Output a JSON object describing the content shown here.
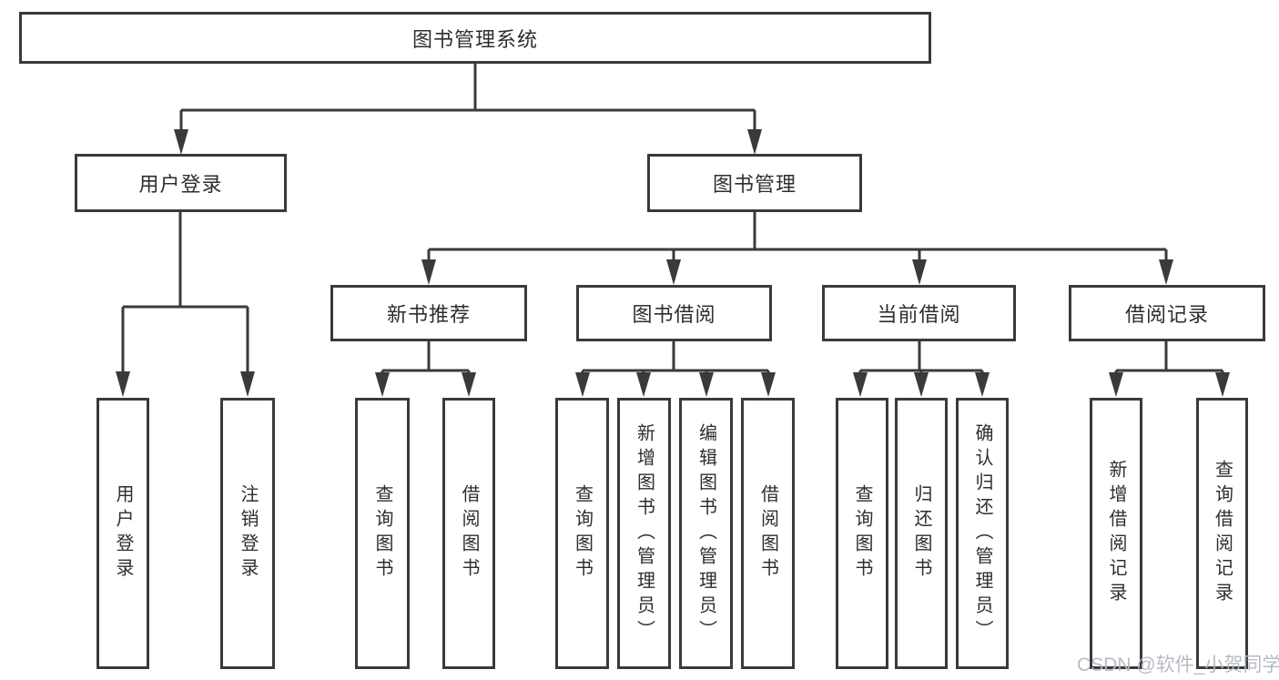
{
  "diagram_title": "图书管理系统",
  "nodes": {
    "root": {
      "label": "图书管理系统"
    },
    "user_login": {
      "label": "用户登录"
    },
    "book_mgmt": {
      "label": "图书管理"
    },
    "new_book_rec": {
      "label": "新书推荐"
    },
    "book_borrow": {
      "label": "图书借阅"
    },
    "current_borrow": {
      "label": "当前借阅"
    },
    "borrow_records": {
      "label": "借阅记录"
    },
    "leaf_user_login": {
      "label": "用户登录"
    },
    "leaf_logout": {
      "label": "注销登录"
    },
    "leaf_rec_query": {
      "label": "查询图书"
    },
    "leaf_rec_borrow": {
      "label": "借阅图书"
    },
    "leaf_bb_query": {
      "label": "查询图书"
    },
    "leaf_bb_add": {
      "label": "新增图书（管理员）"
    },
    "leaf_bb_edit": {
      "label": "编辑图书（管理员）"
    },
    "leaf_bb_borrow": {
      "label": "借阅图书"
    },
    "leaf_cb_query": {
      "label": "查询图书"
    },
    "leaf_cb_return": {
      "label": "归还图书"
    },
    "leaf_cb_confirm": {
      "label": "确认归还（管理员）"
    },
    "leaf_br_add": {
      "label": "新增借阅记录"
    },
    "leaf_br_query": {
      "label": "查询借阅记录"
    }
  },
  "watermark": {
    "text": "CSDN @软件_小贺同学"
  },
  "colors": {
    "line": "#3a3a3a",
    "text": "#2e2e2e",
    "watermark": "#b4b9c1",
    "background": "#ffffff"
  }
}
